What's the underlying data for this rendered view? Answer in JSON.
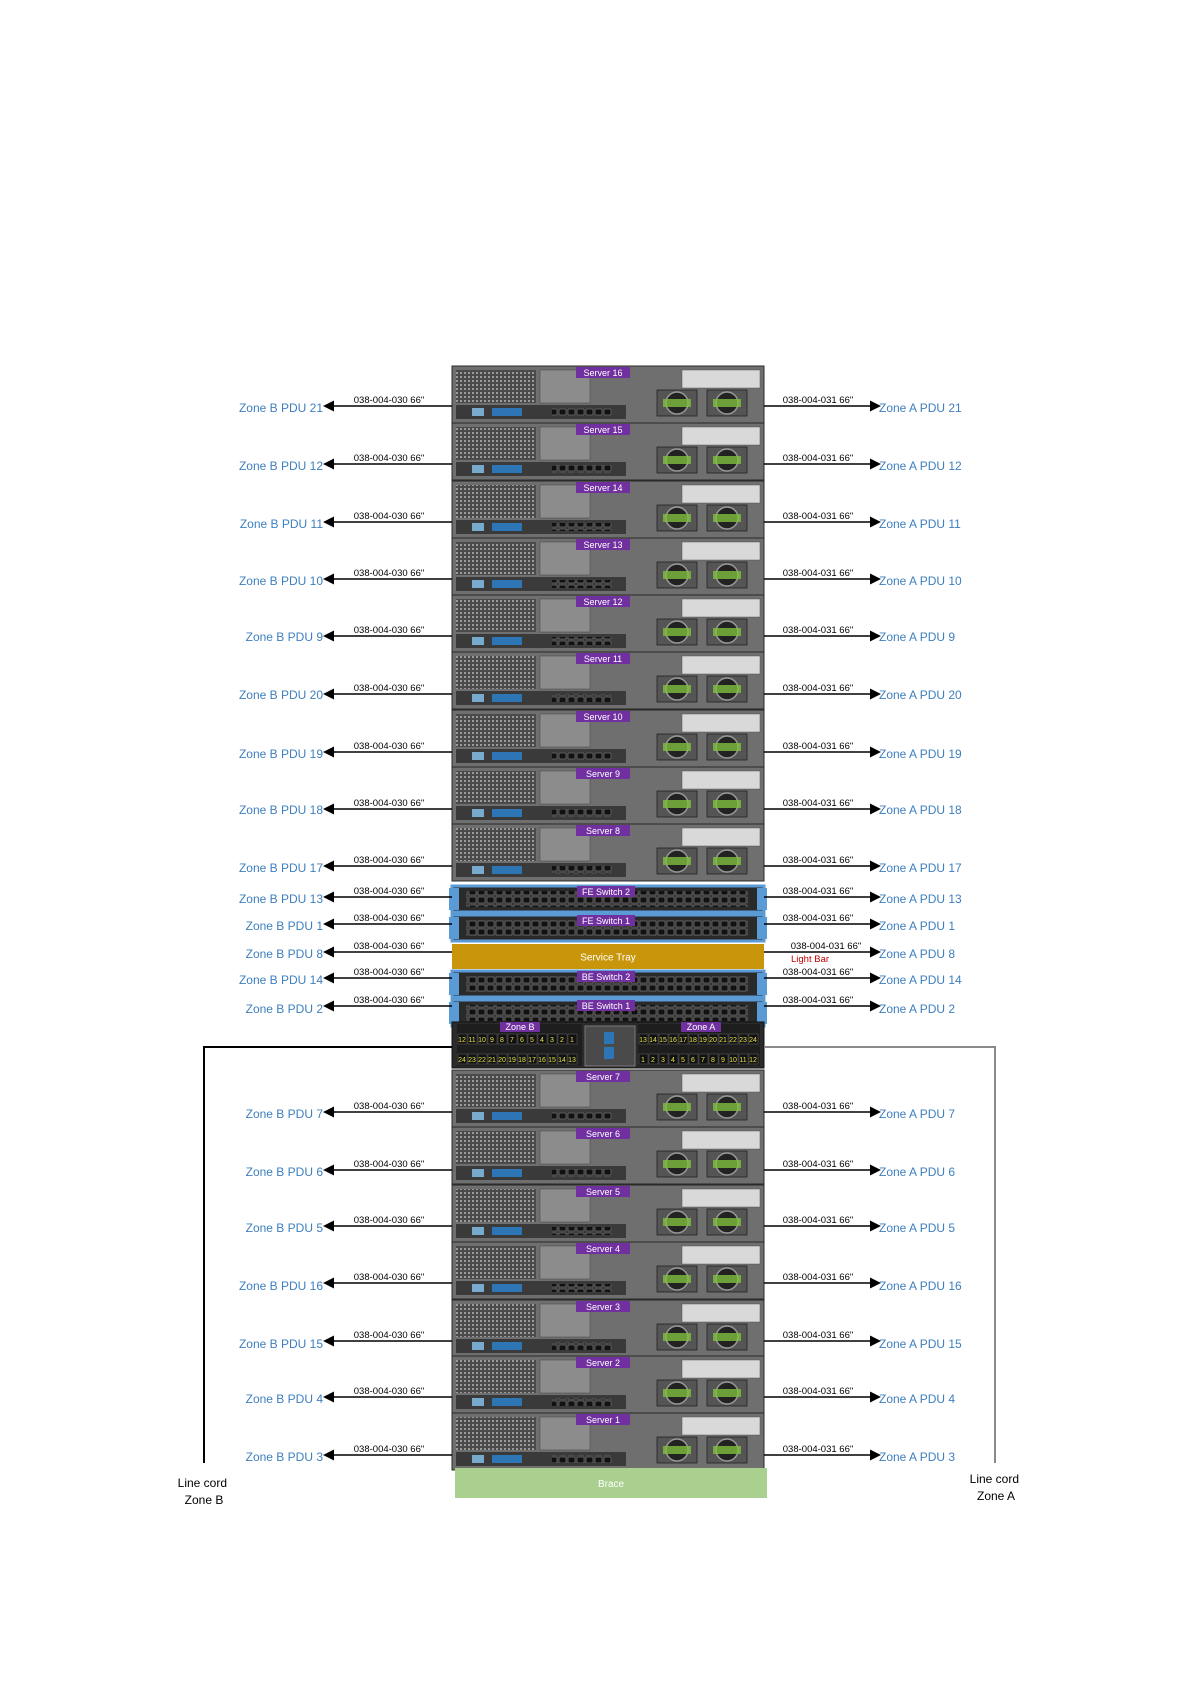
{
  "colors": {
    "zone_label": "#3d7fbf",
    "server_tag": "#7030a0",
    "switch_blue": "#5b9bd5",
    "service_tray": "#c9960b",
    "brace": "#a9d08e",
    "chassis_dark": "#3a3a3a",
    "chassis_mid": "#6f6f6f",
    "light_bar": "#c00000"
  },
  "rows": [
    {
      "device": "Server 16",
      "kind": "server",
      "left_label": "Zone B PDU 21",
      "left_cable": "038-004-030 66\"",
      "right_cable": "038-004-031 66\"",
      "right_label": "Zone A PDU 21"
    },
    {
      "device": "Server 15",
      "kind": "server",
      "left_label": "Zone B PDU 12",
      "left_cable": "038-004-030 66\"",
      "right_cable": "038-004-031 66\"",
      "right_label": "Zone A PDU 12"
    },
    {
      "device": "Server 14",
      "kind": "server",
      "left_label": "Zone B PDU 11",
      "left_cable": "038-004-030 66\"",
      "right_cable": "038-004-031 66\"",
      "right_label": "Zone A PDU 11"
    },
    {
      "device": "Server 13",
      "kind": "server",
      "left_label": "Zone B PDU 10",
      "left_cable": "038-004-030 66\"",
      "right_cable": "038-004-031 66\"",
      "right_label": "Zone A PDU 10"
    },
    {
      "device": "Server 12",
      "kind": "server",
      "left_label": "Zone B PDU 9",
      "left_cable": "038-004-030 66\"",
      "right_cable": "038-004-031 66\"",
      "right_label": "Zone A PDU 9"
    },
    {
      "device": "Server 11",
      "kind": "server",
      "left_label": "Zone B PDU 20",
      "left_cable": "038-004-030 66\"",
      "right_cable": "038-004-031 66\"",
      "right_label": "Zone A PDU 20"
    },
    {
      "device": "Server 10",
      "kind": "server",
      "left_label": "Zone B PDU 19",
      "left_cable": "038-004-030 66\"",
      "right_cable": "038-004-031 66\"",
      "right_label": "Zone A PDU 19"
    },
    {
      "device": "Server 9",
      "kind": "server",
      "left_label": "Zone B PDU 18",
      "left_cable": "038-004-030 66\"",
      "right_cable": "038-004-031 66\"",
      "right_label": "Zone A PDU 18"
    },
    {
      "device": "Server 8",
      "kind": "server",
      "left_label": "Zone B PDU 17",
      "left_cable": "038-004-030 66\"",
      "right_cable": "038-004-031 66\"",
      "right_label": "Zone A PDU 17"
    },
    {
      "device": "FE Switch 2",
      "kind": "switch",
      "left_label": "Zone B PDU 13",
      "left_cable": "038-004-030 66\"",
      "right_cable": "038-004-031 66\"",
      "right_label": "Zone A PDU 13"
    },
    {
      "device": "FE Switch 1",
      "kind": "switch",
      "left_label": "Zone B PDU 1",
      "left_cable": "038-004-030 66\"",
      "right_cable": "038-004-031 66\"",
      "right_label": "Zone A PDU 1"
    },
    {
      "device": "Service Tray",
      "kind": "tray",
      "left_label": "Zone B PDU 8",
      "left_cable": "038-004-030 66\"",
      "right_cable": "038-004-031 66\"",
      "right_note": "Light Bar",
      "right_label": "Zone A PDU 8"
    },
    {
      "device": "BE Switch 2",
      "kind": "switch",
      "left_label": "Zone B PDU 14",
      "left_cable": "038-004-030 66\"",
      "right_cable": "038-004-031 66\"",
      "right_label": "Zone A PDU 14"
    },
    {
      "device": "BE Switch 1",
      "kind": "switch",
      "left_label": "Zone B PDU 2",
      "left_cable": "038-004-030 66\"",
      "right_cable": "038-004-031 66\"",
      "right_label": "Zone A PDU 2"
    },
    {
      "device": "Server 7",
      "kind": "server",
      "left_label": "Zone B PDU 7",
      "left_cable": "038-004-030 66\"",
      "right_cable": "038-004-031 66\"",
      "right_label": "Zone A PDU 7"
    },
    {
      "device": "Server 6",
      "kind": "server",
      "left_label": "Zone B PDU 6",
      "left_cable": "038-004-030 66\"",
      "right_cable": "038-004-031 66\"",
      "right_label": "Zone A PDU 6"
    },
    {
      "device": "Server 5",
      "kind": "server",
      "left_label": "Zone B PDU 5",
      "left_cable": "038-004-030 66\"",
      "right_cable": "038-004-031 66\"",
      "right_label": "Zone A PDU 5"
    },
    {
      "device": "Server 4",
      "kind": "server",
      "left_label": "Zone B PDU 16",
      "left_cable": "038-004-030 66\"",
      "right_cable": "038-004-031 66\"",
      "right_label": "Zone A PDU 16"
    },
    {
      "device": "Server 3",
      "kind": "server",
      "left_label": "Zone B PDU 15",
      "left_cable": "038-004-030 66\"",
      "right_cable": "038-004-031 66\"",
      "right_label": "Zone A PDU 15"
    },
    {
      "device": "Server 2",
      "kind": "server",
      "left_label": "Zone B PDU 4",
      "left_cable": "038-004-030 66\"",
      "right_cable": "038-004-031 66\"",
      "right_label": "Zone A PDU 4"
    },
    {
      "device": "Server 1",
      "kind": "server",
      "left_label": "Zone B PDU 3",
      "left_cable": "038-004-030 66\"",
      "right_cable": "038-004-031 66\"",
      "right_label": "Zone A PDU 3"
    }
  ],
  "pdu": {
    "zone_b_title": "Zone B",
    "zone_a_title": "Zone A",
    "zone_b_top_ports": [
      "12",
      "11",
      "10",
      "9",
      "8",
      "7",
      "6",
      "5",
      "4",
      "3",
      "2",
      "1"
    ],
    "zone_b_bottom_ports": [
      "24",
      "23",
      "22",
      "21",
      "20",
      "19",
      "18",
      "17",
      "16",
      "15",
      "14",
      "13"
    ],
    "zone_a_top_ports": [
      "13",
      "14",
      "15",
      "16",
      "17",
      "18",
      "19",
      "20",
      "21",
      "22",
      "23",
      "24"
    ],
    "zone_a_bottom_ports": [
      "1",
      "2",
      "3",
      "4",
      "5",
      "6",
      "7",
      "8",
      "9",
      "10",
      "11",
      "12"
    ]
  },
  "brace_label": "Brace",
  "line_cord_b": [
    "Line cord",
    "Zone B"
  ],
  "line_cord_a": [
    "Line cord",
    "Zone A"
  ]
}
